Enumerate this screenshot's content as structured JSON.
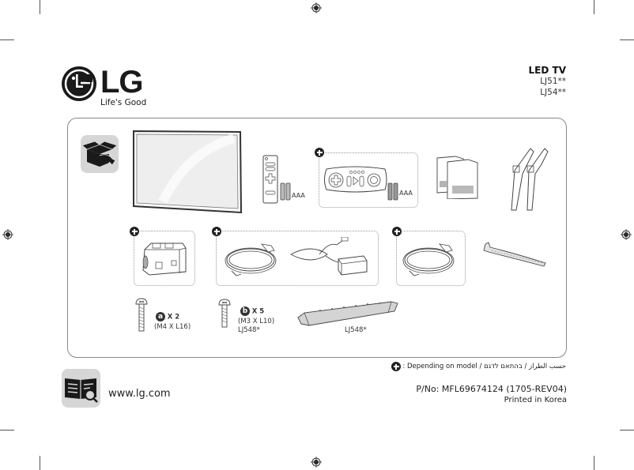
{
  "brand": {
    "logo_text": "LG",
    "tagline": "Life's Good"
  },
  "product": {
    "type": "LED TV",
    "models": [
      "LJ51**",
      "LJ54**"
    ]
  },
  "components": {
    "box_icon": "unboxing-icon",
    "tv": "tv-panel",
    "remote_basic": {
      "battery_label": "AAA"
    },
    "remote_magic": {
      "battery_label": "AAA",
      "optional": true
    },
    "manuals": "manual-booklets",
    "stands": "stand-legs",
    "ferrite_core": {
      "optional": true
    },
    "power_cord_adapter": {
      "optional": true
    },
    "power_cord": {
      "optional": true
    },
    "cable_tie": "cable-holder",
    "screw_a": {
      "letter": "a",
      "qty": "X 2",
      "spec": "(M4 X L16)"
    },
    "screw_b": {
      "letter": "b",
      "qty": "X 5",
      "spec": "(M3 X L10)",
      "model": "LJ548*"
    },
    "speaker_bar": {
      "model": "LJ548*"
    }
  },
  "footer": {
    "note_symbol": "plus-circle-icon",
    "note_text": ": Depending on model / حسب الطراز / בהתאם לדגם",
    "url": "www.lg.com",
    "part_number": "P/No: MFL69674124 (1705-REV04)",
    "printed": "Printed in Korea"
  }
}
